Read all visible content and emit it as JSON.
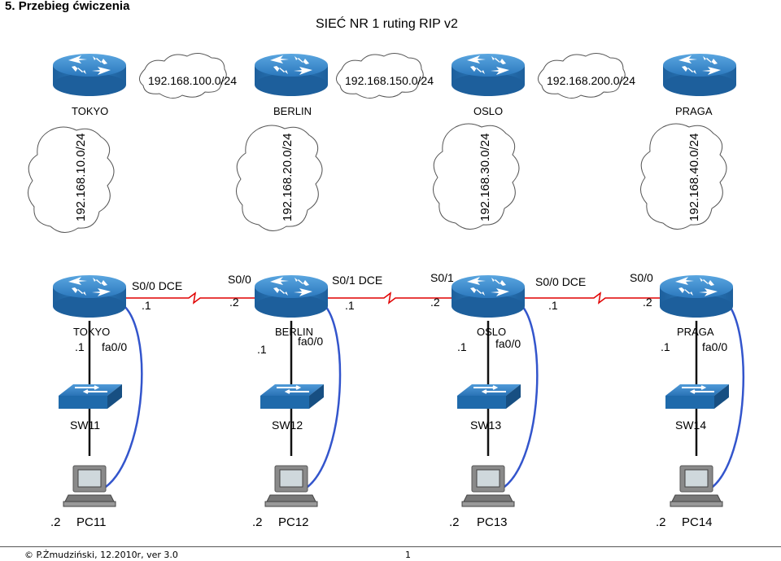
{
  "heading": {
    "number": "5.",
    "text": "Przebieg ćwiczenia"
  },
  "title": "SIEĆ NR 1 ruting RIP v2",
  "top_diagram": {
    "backbone_networks": [
      "192.168.100.0/24",
      "192.168.150.0/24",
      "192.168.200.0/24"
    ],
    "routers": [
      "TOKYO",
      "BERLIN",
      "OSLO",
      "PRAGA"
    ],
    "lan_networks": [
      "192.168.10.0/24",
      "192.168.20.0/24",
      "192.168.30.0/24",
      "192.168.40.0/24"
    ]
  },
  "bottom_diagram": {
    "routers": [
      {
        "name": "TOKYO",
        "fa_ip": ".1",
        "fa_if": "fa0/0"
      },
      {
        "name": "BERLIN",
        "fa_ip": ".1",
        "fa_if": "fa0/0"
      },
      {
        "name": "OSLO",
        "fa_ip": ".1",
        "fa_if": "fa0/0"
      },
      {
        "name": "PRAGA",
        "fa_ip": ".1",
        "fa_if": "fa0/0"
      }
    ],
    "serial_links": [
      {
        "left_if": "S0/0 DCE",
        "left_ip": ".1",
        "right_if": "S0/0",
        "right_ip": ".2"
      },
      {
        "left_if": "S0/1 DCE",
        "left_ip": ".1",
        "right_if": "S0/1",
        "right_ip": ".2"
      },
      {
        "left_if": "S0/0 DCE",
        "left_ip": ".1",
        "right_if": "S0/0",
        "right_ip": ".2"
      }
    ],
    "switches": [
      "SW11",
      "SW12",
      "SW13",
      "SW14"
    ],
    "pcs": [
      {
        "name": "PC11",
        "ip": ".2"
      },
      {
        "name": "PC12",
        "ip": ".2"
      },
      {
        "name": "PC13",
        "ip": ".2"
      },
      {
        "name": "PC14",
        "ip": ".2"
      }
    ]
  },
  "footer": {
    "copyright_symbol": "©",
    "author": "P.Żmudziński, 12.2010r, ver 3.0",
    "page_number": "1"
  },
  "colors": {
    "router_blue": "#2f7fc0",
    "serial_link": "#e00000",
    "console_cable": "#3355cc",
    "ethernet": "#111111"
  }
}
